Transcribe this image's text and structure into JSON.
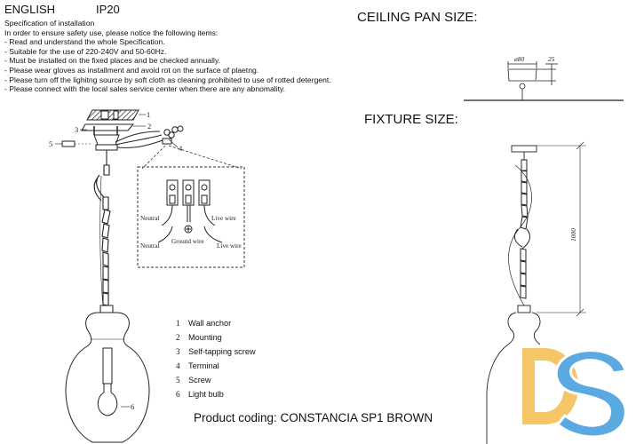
{
  "header": {
    "language": "ENGLISH",
    "ip_rating": "IP20"
  },
  "spec": {
    "title": "Specification of installation",
    "lines": [
      "In order to ensure safety use, please notice the following items:",
      "- Read and understand the whole Specification.",
      "- Suitable for the use of 220-240V and 50-60Hz.",
      "- Must be installed on the fixed places and be checked annually.",
      "- Please wear gloves as installment and avoid rot on the surface of plaetng.",
      "- Please turn off the lighitng source by soft cloth as cleaning prohibited to use of rotted detergent.",
      "- Please connect with the local sales service center when there are any abnomality."
    ]
  },
  "ceiling_pan": {
    "title": "CEILING PAN SIZE:",
    "diameter_label": "ø80",
    "height_label": "25"
  },
  "fixture": {
    "title": "FIXTURE SIZE:",
    "height_label": "1000"
  },
  "wiring": {
    "neutral_top": "Neutral",
    "live_top": "Live wire",
    "neutral_bottom": "Neutral",
    "ground": "Ground wire",
    "live_bottom": "Live wire"
  },
  "callouts": [
    "1",
    "2",
    "3",
    "4",
    "5",
    "6"
  ],
  "parts": [
    {
      "num": "1",
      "label": "Wall anchor"
    },
    {
      "num": "2",
      "label": "Mounting"
    },
    {
      "num": "3",
      "label": "Self-tapping screw"
    },
    {
      "num": "4",
      "label": "Terminal"
    },
    {
      "num": "5",
      "label": "Screw"
    },
    {
      "num": "6",
      "label": "Light bulb"
    }
  ],
  "product_coding": "Product coding: CONSTANCIA SP1 BROWN",
  "colors": {
    "logo_yellow": "#f4c668",
    "logo_blue": "#5aa9e0"
  }
}
